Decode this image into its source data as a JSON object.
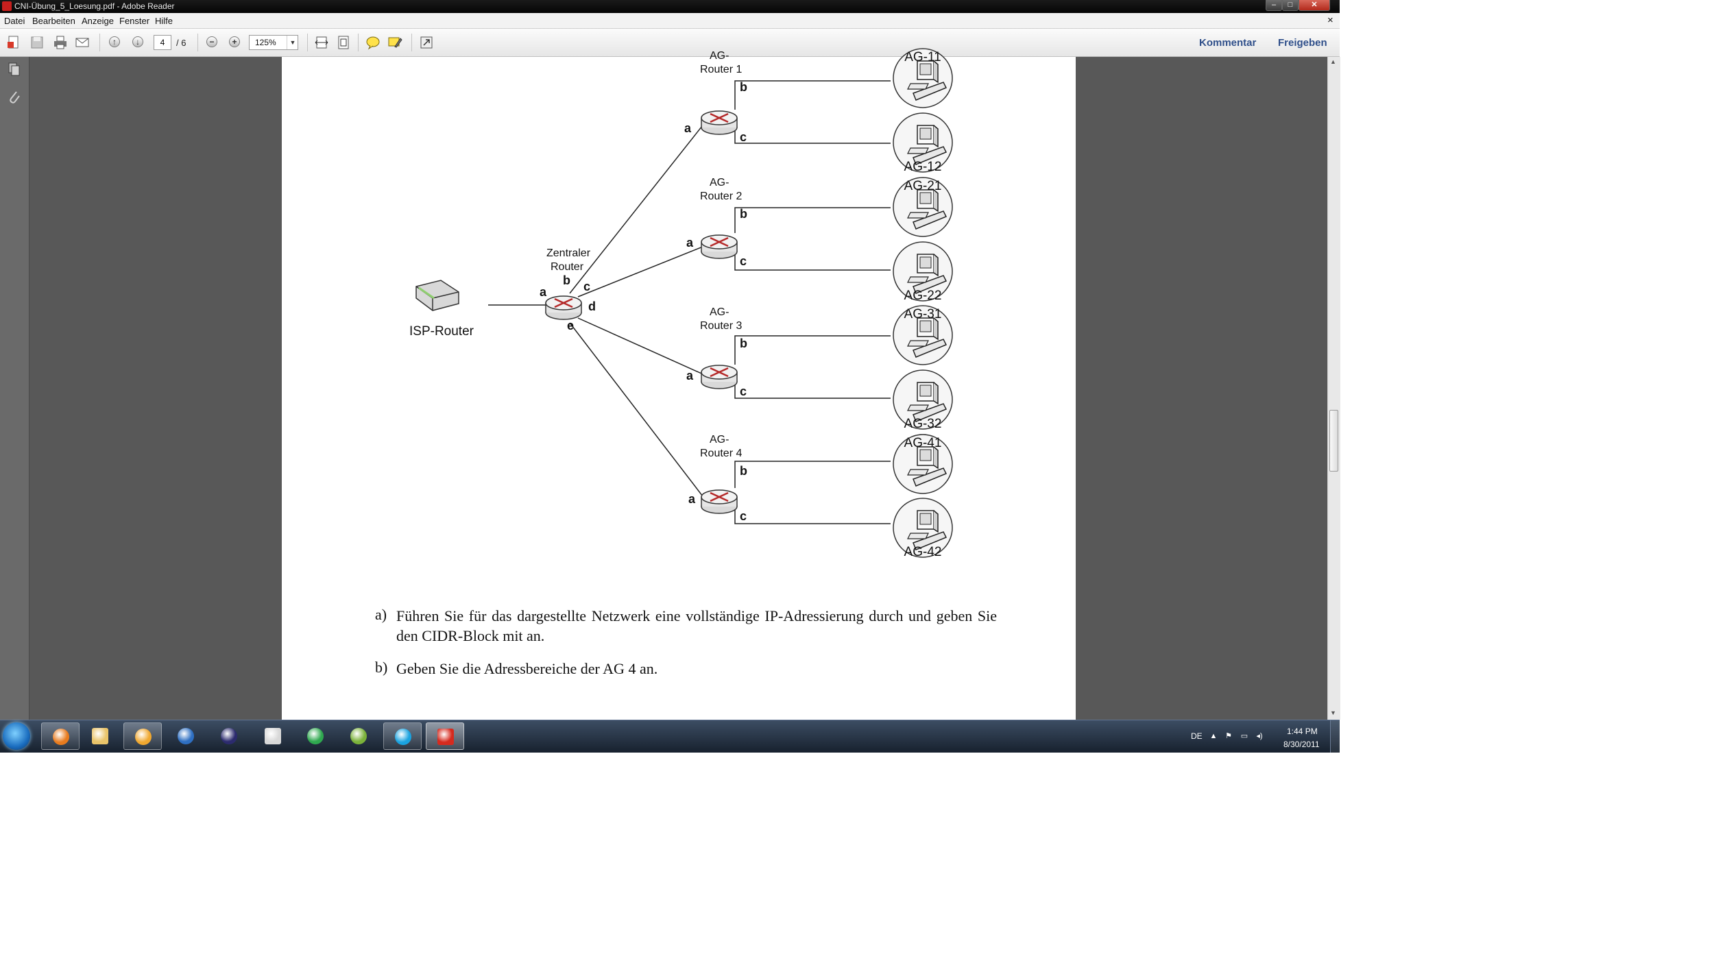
{
  "window": {
    "title": "CNI-Übung_5_Loesung.pdf - Adobe Reader",
    "controls": {
      "minimize": "–",
      "maximize": "□",
      "close": "✕"
    }
  },
  "menu": {
    "items": [
      "Datei",
      "Bearbeiten",
      "Anzeige",
      "Fenster",
      "Hilfe"
    ],
    "close_doc": "×"
  },
  "toolbar": {
    "page_current": "4",
    "page_total": "/ 6",
    "zoom": "125%",
    "zoom_out": "−",
    "zoom_in": "+",
    "comment_label": "Kommentar",
    "share_label": "Freigeben",
    "icons": [
      "create-pdf-icon",
      "save-icon",
      "print-icon",
      "email-icon",
      "previous-page-icon",
      "next-page-icon",
      "zoom-out-icon",
      "zoom-in-icon",
      "fit-width-icon",
      "fit-page-icon",
      "sticky-note-icon",
      "highlight-icon",
      "fullscreen-icon"
    ]
  },
  "leftnav": {
    "icons": [
      "page-thumbnails-icon",
      "attachments-icon"
    ]
  },
  "diagram": {
    "isp": {
      "label": "ISP-Router"
    },
    "central": {
      "name_line1": "Zentraler",
      "name_line2": "Router",
      "ports": {
        "a": "a",
        "b": "b",
        "c": "c",
        "d": "d",
        "e": "e"
      }
    },
    "routers": [
      {
        "line1": "AG-",
        "line2": "Router 1",
        "port_a": "a",
        "port_b": "b",
        "port_c": "c",
        "pcs": [
          "AG-11",
          "AG-12"
        ]
      },
      {
        "line1": "AG-",
        "line2": "Router 2",
        "port_a": "a",
        "port_b": "b",
        "port_c": "c",
        "pcs": [
          "AG-21",
          "AG-22"
        ]
      },
      {
        "line1": "AG-",
        "line2": "Router 3",
        "port_a": "a",
        "port_b": "b",
        "port_c": "c",
        "pcs": [
          "AG-31",
          "AG-32"
        ]
      },
      {
        "line1": "AG-",
        "line2": "Router 4",
        "port_a": "a",
        "port_b": "b",
        "port_c": "c",
        "pcs": [
          "AG-41",
          "AG-42"
        ]
      }
    ]
  },
  "questions": [
    {
      "marker": "a)",
      "text": "Führen Sie für das dargestellte Netzwerk eine vollständige IP-Adressierung durch und geben Sie den CIDR-Block mit an."
    },
    {
      "marker": "b)",
      "text": "Geben Sie die Adressbereiche der AG 4 an."
    }
  ],
  "taskbar": {
    "apps": [
      "firefox-icon",
      "windows-explorer-icon",
      "media-player-icon",
      "thunderbird-icon",
      "eclipse-icon",
      "documents-icon",
      "chrome-icon",
      "pidgin-icon",
      "skype-icon",
      "adobe-reader-icon"
    ],
    "language": "DE",
    "time": "1:44 PM",
    "date": "8/30/2011"
  }
}
